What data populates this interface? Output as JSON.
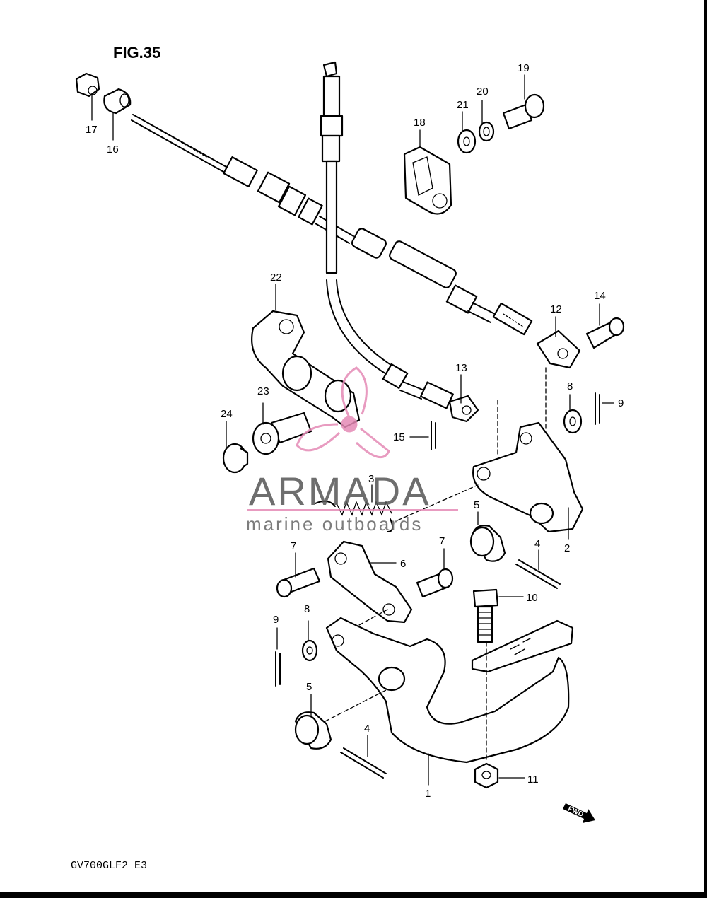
{
  "figure": {
    "title": "FIG.35",
    "model_code": "GV700GLF2  E3"
  },
  "watermark": {
    "brand": "ARMADA",
    "tagline": "marine outboards",
    "accent_color": "#e58ab6"
  },
  "direction_marker": "FWD",
  "callouts": [
    {
      "id": "1",
      "label": "1"
    },
    {
      "id": "2",
      "label": "2"
    },
    {
      "id": "3",
      "label": "3"
    },
    {
      "id": "4a",
      "label": "4"
    },
    {
      "id": "4b",
      "label": "4"
    },
    {
      "id": "5a",
      "label": "5"
    },
    {
      "id": "5b",
      "label": "5"
    },
    {
      "id": "6",
      "label": "6"
    },
    {
      "id": "7a",
      "label": "7"
    },
    {
      "id": "7b",
      "label": "7"
    },
    {
      "id": "8a",
      "label": "8"
    },
    {
      "id": "8b",
      "label": "8"
    },
    {
      "id": "9a",
      "label": "9"
    },
    {
      "id": "9b",
      "label": "9"
    },
    {
      "id": "10",
      "label": "10"
    },
    {
      "id": "11",
      "label": "11"
    },
    {
      "id": "12",
      "label": "12"
    },
    {
      "id": "13",
      "label": "13"
    },
    {
      "id": "14",
      "label": "14"
    },
    {
      "id": "15",
      "label": "15"
    },
    {
      "id": "16",
      "label": "16"
    },
    {
      "id": "17",
      "label": "17"
    },
    {
      "id": "18",
      "label": "18"
    },
    {
      "id": "19",
      "label": "19"
    },
    {
      "id": "20",
      "label": "20"
    },
    {
      "id": "21",
      "label": "21"
    },
    {
      "id": "22",
      "label": "22"
    },
    {
      "id": "23",
      "label": "23"
    },
    {
      "id": "24",
      "label": "24"
    }
  ]
}
